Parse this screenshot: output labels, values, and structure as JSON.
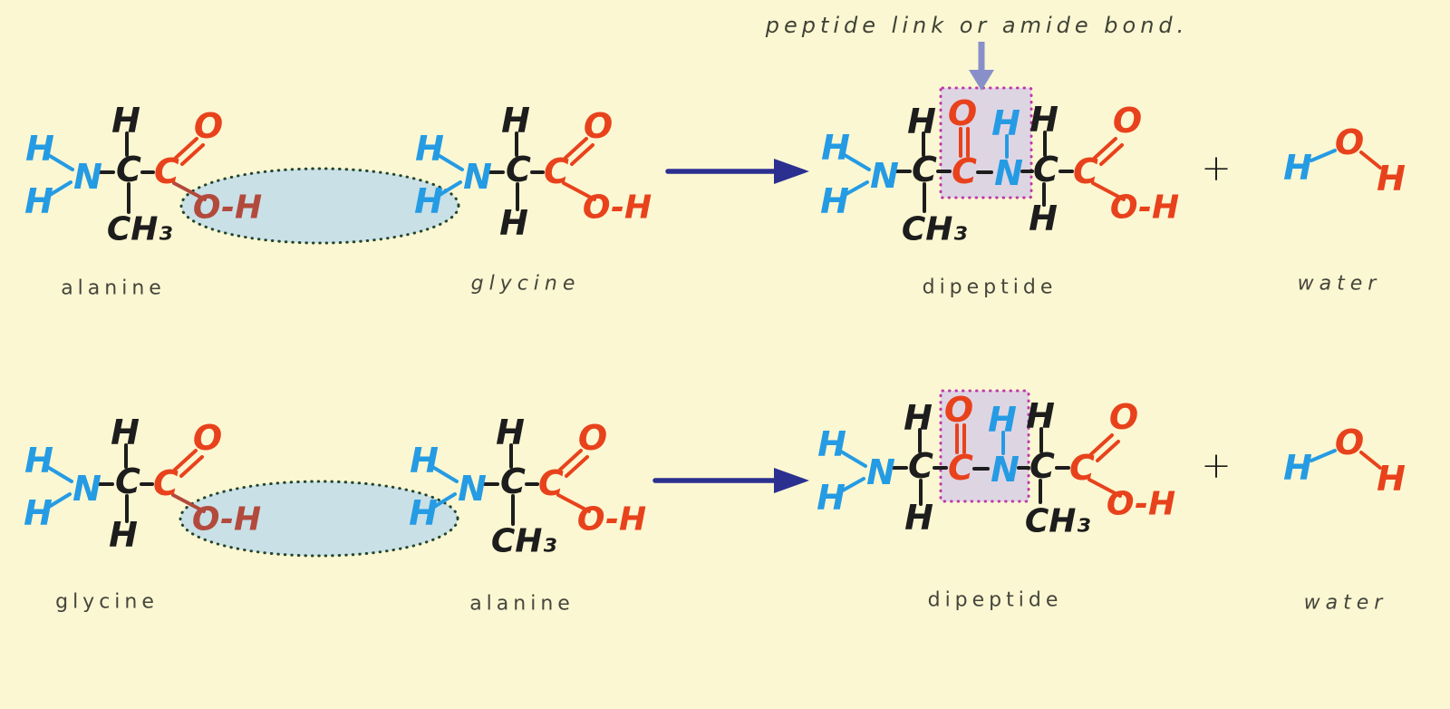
{
  "background_color": "#fbf7d2",
  "annotation": {
    "label": "peptide link or amide bond."
  },
  "atoms": {
    "h": "H",
    "n": "N",
    "c": "C",
    "o": "O",
    "ch3": "CH₃",
    "oh": "O-H"
  },
  "operators": {
    "plus": "+"
  },
  "labels": {
    "row1": {
      "reactant_left": "alanine",
      "reactant_right": "glycine",
      "product": "dipeptide",
      "byproduct": "water"
    },
    "row2": {
      "reactant_left": "glycine",
      "reactant_right": "alanine",
      "product": "dipeptide",
      "byproduct": "water"
    }
  },
  "colors": {
    "amine_blue": "#259be4",
    "carboxyl_red": "#e8421c",
    "hydroxyl_brick": "#b24a3c",
    "skeleton_black": "#1d1d1d",
    "reaction_arrow_navy": "#2b2f90",
    "annotation_arrow_periwinkle": "#8990c9",
    "leaving_group_ellipse_fill": "#c9e0e7",
    "leaving_group_ellipse_border": "#23452e",
    "peptide_box_fill": "#ded5e3",
    "peptide_box_border": "#bd3aa8",
    "label_gray": "#45453c"
  }
}
